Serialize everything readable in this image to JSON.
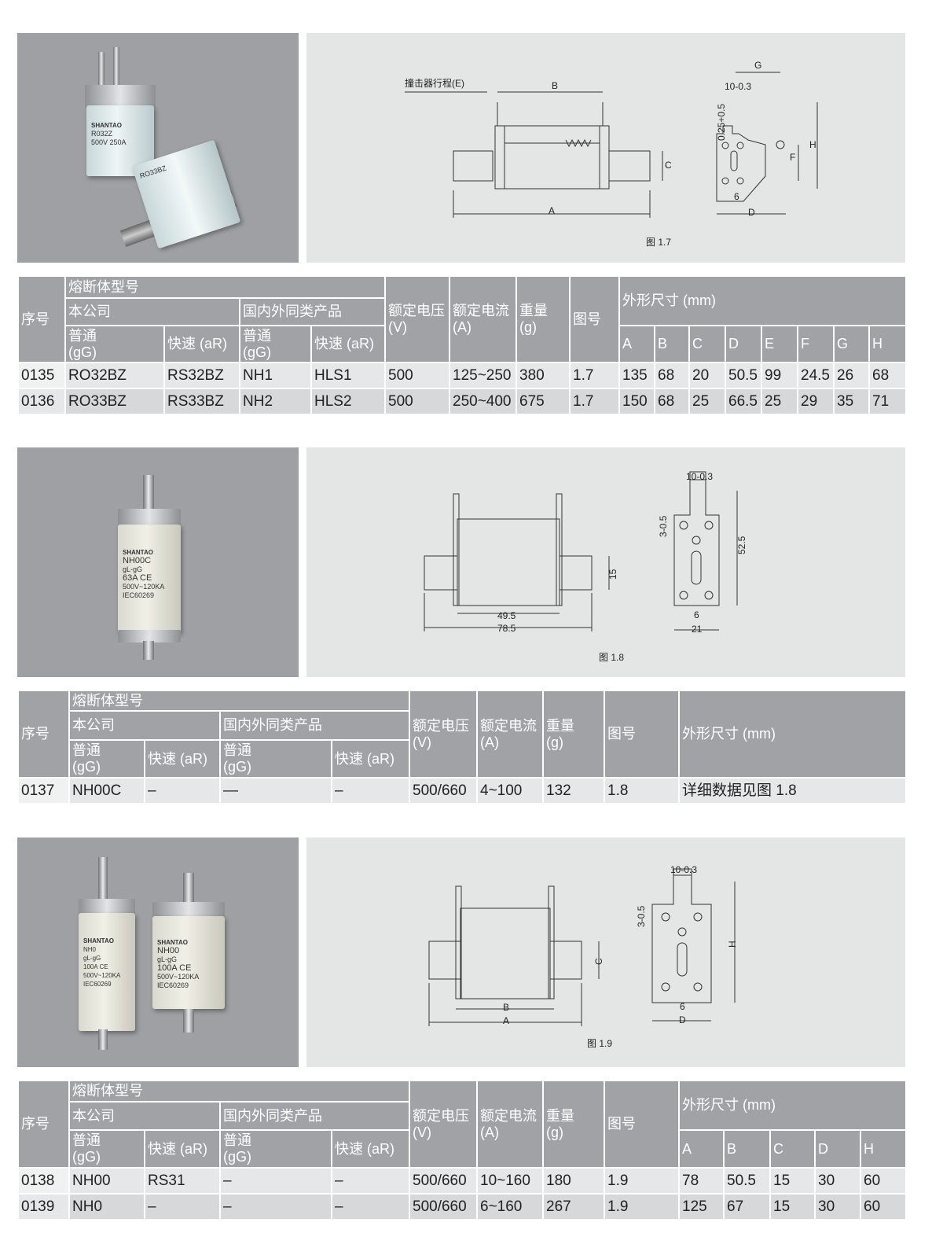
{
  "photos": {
    "p1": {
      "brand": "SHANTAO",
      "model": "R032Z",
      "rating": "500V 250A",
      "model2": "RO33BZ"
    },
    "p2": {
      "brand": "SHANTAO",
      "model": "NH00C",
      "cls": "gL-gG",
      "amp": "63A CE",
      "spec": "500V~120KA",
      "std": "IEC60269"
    },
    "p3a": {
      "brand": "SHANTAO",
      "model": "NH0",
      "cls": "gL-gG",
      "amp": "100A CE",
      "spec": "500V~120KA",
      "std": "IEC60269"
    },
    "p3b": {
      "brand": "SHANTAO",
      "model": "NH00",
      "cls": "gL-gG",
      "amp": "100A CE",
      "spec": "500V~120KA",
      "std": "IEC60269"
    }
  },
  "figures": {
    "f17": {
      "caption": "图 1.7",
      "striker": "撞击器行程(E)",
      "A": "A",
      "B": "B",
      "C": "C",
      "D": "D",
      "F": "F",
      "G": "G",
      "H": "H",
      "w10": "10-0.3",
      "tol": "0.25+0.5",
      "six": "6"
    },
    "f18": {
      "caption": "图 1.8",
      "d1": "49.5",
      "d2": "78.5",
      "d3": "15",
      "w10": "10-0.3",
      "tol": "3-0.5",
      "h": "52.5",
      "six": "6",
      "w": "21"
    },
    "f19": {
      "caption": "图 1.9",
      "A": "A",
      "B": "B",
      "C": "C",
      "D": "D",
      "H": "H",
      "w10": "10-0.3",
      "tol": "3-0.5",
      "six": "6"
    }
  },
  "headers": {
    "seq": "序号",
    "group": "熔断体型号",
    "company": "本公司",
    "similar": "国内外同类产品",
    "normal": "普通\n(gG)",
    "fast": "快速 (aR)",
    "voltage": "额定电压\n(V)",
    "current": "额定电流\n(A)",
    "weight": "重量\n(g)",
    "fig": "图号",
    "dims": "外形尺寸 (mm)"
  },
  "t1": {
    "dim_cols": [
      "A",
      "B",
      "C",
      "D",
      "E",
      "F",
      "G",
      "H"
    ],
    "rows": [
      [
        "0135",
        "RO32BZ",
        "RS32BZ",
        "NH1",
        "HLS1",
        "500",
        "125~250",
        "380",
        "1.7",
        "135",
        "68",
        "20",
        "50.5",
        "99",
        "24.5",
        "26",
        "68"
      ],
      [
        "0136",
        "RO33BZ",
        "RS33BZ",
        "NH2",
        "HLS2",
        "500",
        "250~400",
        "675",
        "1.7",
        "150",
        "68",
        "25",
        "66.5",
        "25",
        "29",
        "35",
        "71"
      ]
    ]
  },
  "t2": {
    "dim_cols": [],
    "rows": [
      [
        "0137",
        "NH00C",
        "–",
        "—",
        "–",
        "500/660",
        "4~100",
        "132",
        "1.8",
        "详细数据见图 1.8"
      ]
    ]
  },
  "t3": {
    "dim_cols": [
      "A",
      "B",
      "C",
      "D",
      "H"
    ],
    "rows": [
      [
        "0138",
        "NH00",
        "RS31",
        "–",
        "–",
        "500/660",
        "10~160",
        "180",
        "1.9",
        "78",
        "50.5",
        "15",
        "30",
        "60"
      ],
      [
        "0139",
        "NH0",
        "–",
        "–",
        "–",
        "500/660",
        "6~160",
        "267",
        "1.9",
        "125",
        "67",
        "15",
        "30",
        "60"
      ]
    ]
  }
}
